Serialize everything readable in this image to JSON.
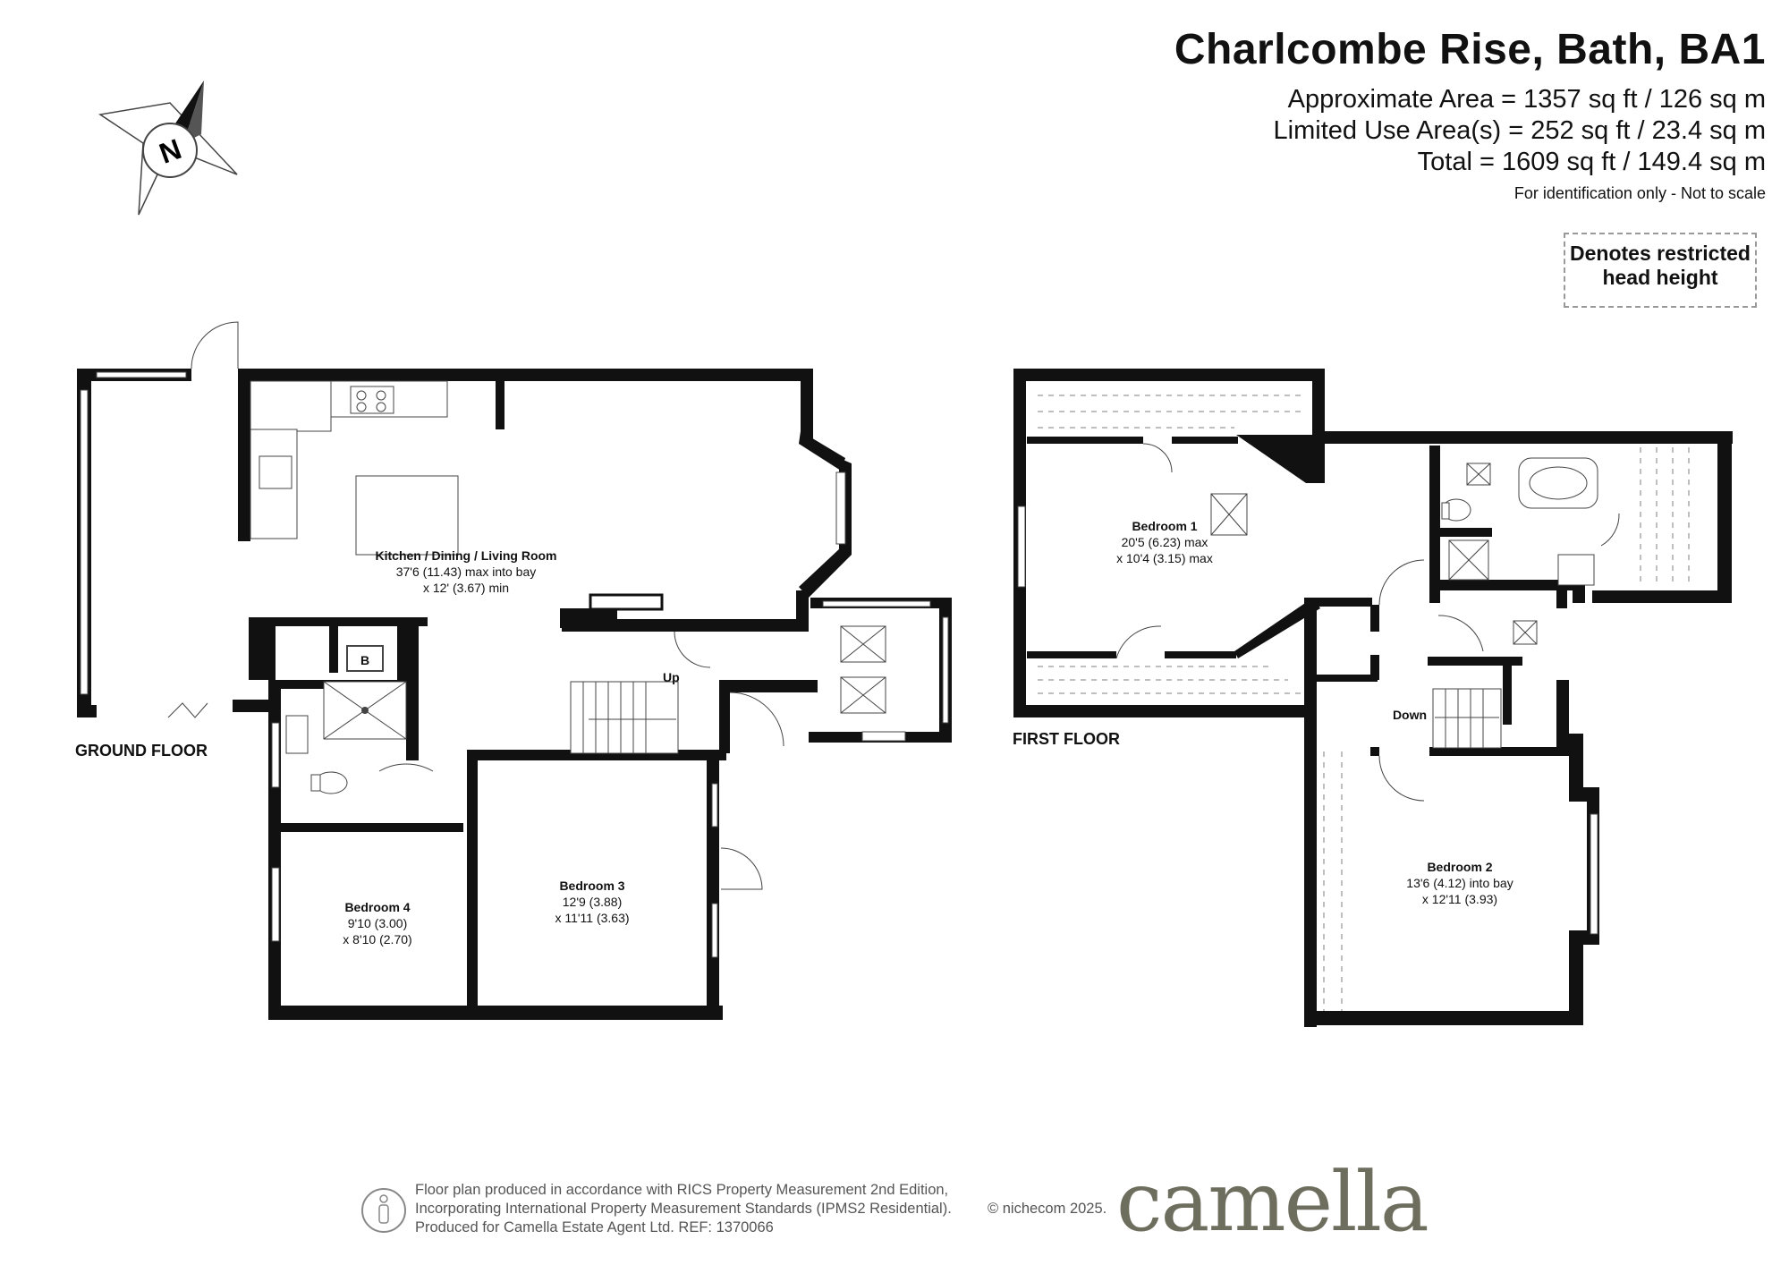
{
  "header": {
    "title": "Charlcombe Rise, Bath, BA1",
    "approx_area": "Approximate Area = 1357 sq ft / 126 sq m",
    "limited_area": "Limited Use Area(s) = 252 sq ft / 23.4 sq m",
    "total_area": "Total = 1609 sq ft / 149.4 sq m",
    "note": "For identification only - Not to scale"
  },
  "legend": {
    "line1": "Denotes restricted",
    "line2": "head height"
  },
  "compass": {
    "label": "N"
  },
  "ground_floor": {
    "label": "GROUND FLOOR",
    "kitchen": {
      "name": "Kitchen / Dining / Living Room",
      "dim1": "37'6 (11.43) max into bay",
      "dim2": "x 12' (3.67) min"
    },
    "bedroom3": {
      "name": "Bedroom 3",
      "dim1": "12'9 (3.88)",
      "dim2": "x 11'11 (3.63)"
    },
    "bedroom4": {
      "name": "Bedroom 4",
      "dim1": "9'10 (3.00)",
      "dim2": "x 8'10 (2.70)"
    },
    "boiler": "B",
    "stairs": "Up"
  },
  "first_floor": {
    "label": "FIRST FLOOR",
    "bedroom1": {
      "name": "Bedroom 1",
      "dim1": "20'5 (6.23) max",
      "dim2": "x 10'4 (3.15) max"
    },
    "bedroom2": {
      "name": "Bedroom 2",
      "dim1": "13'6 (4.12) into bay",
      "dim2": "x 12'11 (3.93)"
    },
    "stairs": "Down"
  },
  "footer": {
    "line1": "Floor plan produced in accordance with RICS Property Measurement 2nd Edition,",
    "line2": "Incorporating International Property Measurement Standards (IPMS2 Residential).",
    "line3": "Produced for Camella Estate Agent Ltd.   REF: 1370066",
    "copyright": "© nichecom 2025.",
    "brand": "camella"
  }
}
